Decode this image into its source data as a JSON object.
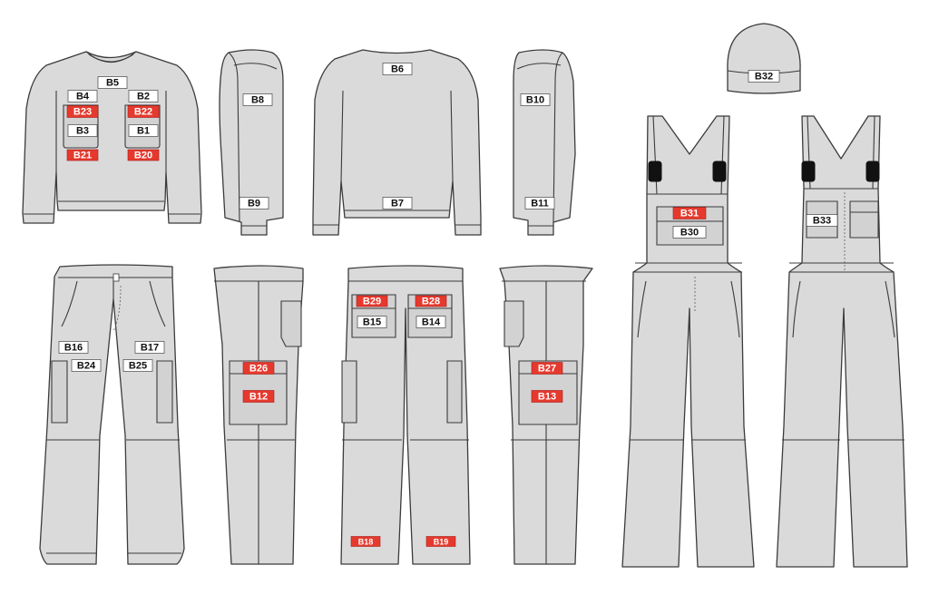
{
  "labels": {
    "B1": "B1",
    "B2": "B2",
    "B3": "B3",
    "B4": "B4",
    "B5": "B5",
    "B6": "B6",
    "B7": "B7",
    "B8": "B8",
    "B9": "B9",
    "B10": "B10",
    "B11": "B11",
    "B12": "B12",
    "B13": "B13",
    "B14": "B14",
    "B15": "B15",
    "B16": "B16",
    "B17": "B17",
    "B18": "B18",
    "B19": "B19",
    "B20": "B20",
    "B21": "B21",
    "B22": "B22",
    "B23": "B23",
    "B24": "B24",
    "B25": "B25",
    "B26": "B26",
    "B27": "B27",
    "B28": "B28",
    "B29": "B29",
    "B30": "B30",
    "B31": "B31",
    "B32": "B32",
    "B33": "B33"
  },
  "colors": {
    "garment_fill": "#dadadb",
    "outline": "#3b3b3d",
    "label_standard": "#ffffff",
    "label_highlight": "#e6392e"
  }
}
